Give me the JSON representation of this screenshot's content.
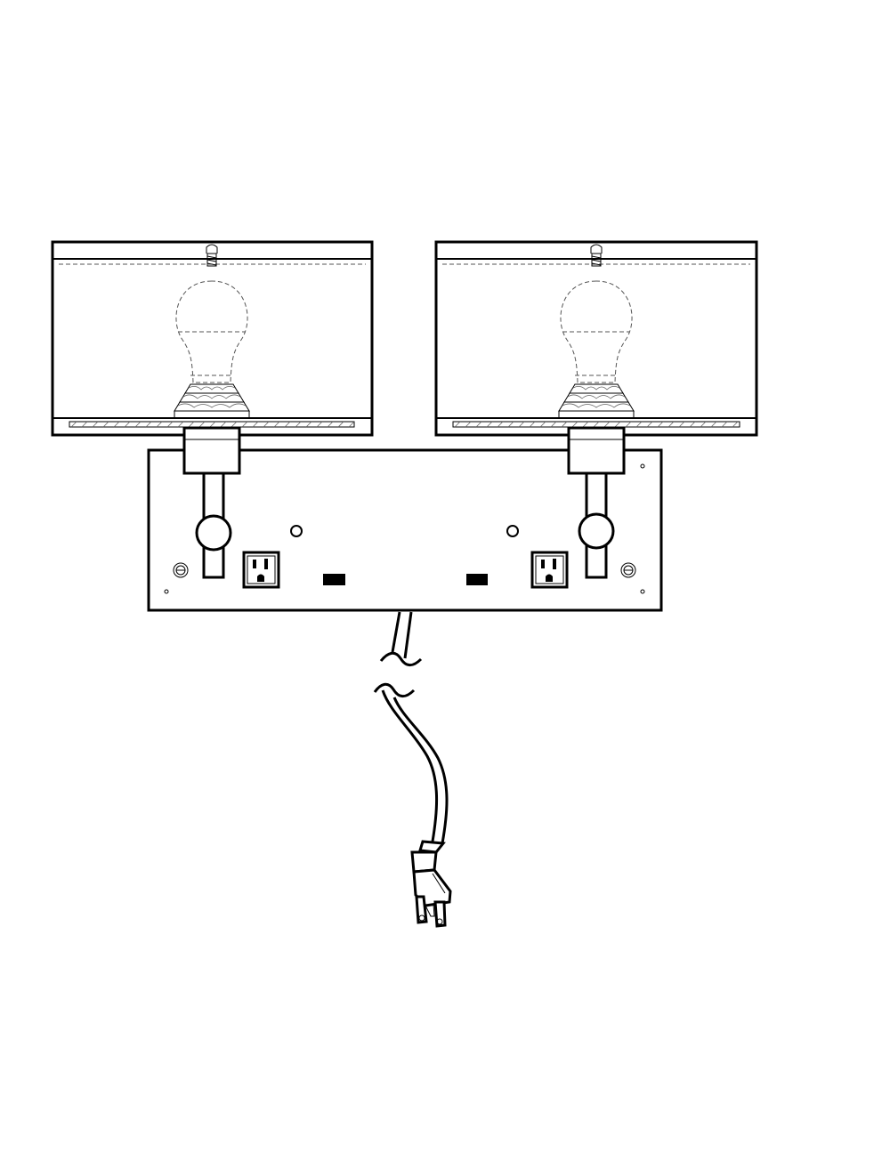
{
  "drawing": {
    "subject": "",
    "background": "#ffffff",
    "line_color": "#000000",
    "components": {
      "shades": [
        "left-lamp-shade",
        "right-lamp-shade"
      ],
      "bulbs": [
        "left-light-bulb-icon",
        "right-light-bulb-icon"
      ],
      "outlets": [
        "left-power-outlet-icon",
        "right-power-outlet-icon"
      ],
      "switches": [
        "left-switch-slot",
        "right-switch-slot"
      ],
      "cord": "power-cord",
      "plug": "power-plug-icon"
    }
  }
}
